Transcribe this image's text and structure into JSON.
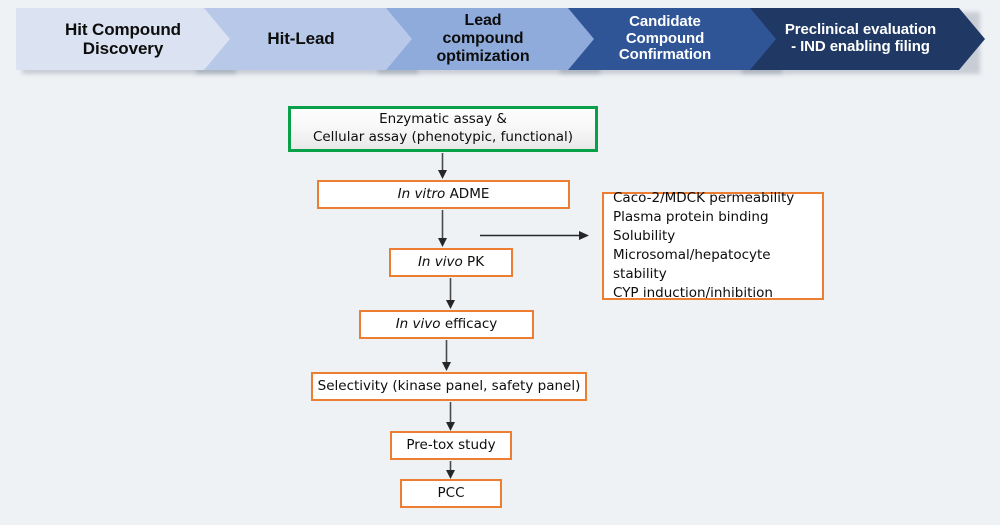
{
  "page": {
    "background_color": "#eff2f5",
    "title": "Drug discovery stage gate and preclinical screening cascade"
  },
  "stage_banner": {
    "name": "discovery-stage-chevrons",
    "stages": [
      {
        "label": "Hit Compound\nDiscovery",
        "fill": "#dbe2f1",
        "text_color": "#0d0d0d"
      },
      {
        "label": "Hit-Lead",
        "fill": "#b7c8e8",
        "text_color": "#0d0d0d"
      },
      {
        "label": "Lead\ncompound\noptimization",
        "fill": "#8fabdb",
        "text_color": "#0d0d0d"
      },
      {
        "label": "Candidate\nCompound\nConfirmation",
        "fill": "#2f5597",
        "text_color": "#ffffff"
      },
      {
        "label": "Preclinical evaluation\n- IND enabling filing",
        "fill": "#1f3864",
        "text_color": "#ffffff"
      }
    ]
  },
  "flowchart": {
    "name": "preclinical-screening-cascade",
    "accent_orange": "#ed7d31",
    "accent_green": "#08a14a",
    "nodes": [
      {
        "id": "assay",
        "line1": "Enzymatic assay &",
        "line2": "Cellular assay (phenotypic, functional)",
        "border": "green"
      },
      {
        "id": "invitroadme",
        "italic": "In vitro",
        "rest": " ADME",
        "border": "orange"
      },
      {
        "id": "invivopk",
        "italic": "In vivo",
        "rest": " PK",
        "border": "orange"
      },
      {
        "id": "invivoeff",
        "italic": "In vivo",
        "rest": " efficacy",
        "border": "orange"
      },
      {
        "id": "selectivity",
        "plain": "Selectivity (kinase panel, safety panel)",
        "border": "orange"
      },
      {
        "id": "pretox",
        "plain": "Pre-tox study",
        "border": "orange"
      },
      {
        "id": "pcc",
        "plain": "PCC",
        "border": "orange"
      }
    ],
    "side_panel": {
      "id": "adme-assays",
      "items": [
        "Caco-2/MDCK permeability",
        "Plasma protein binding",
        "Solubility",
        "Microsomal/hepatocyte stability",
        "CYP induction/inhibition"
      ]
    }
  }
}
